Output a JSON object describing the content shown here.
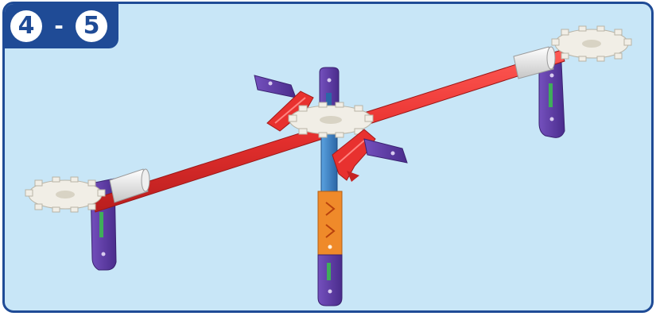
{
  "step": {
    "from": "4",
    "separator": "-",
    "to": "5"
  },
  "colors": {
    "panel_background": "#c8e6f7",
    "frame": "#1f4b96",
    "rod": "#e8312f",
    "rod_dark": "#b81e1e",
    "connector_purple": "#5b3aa0",
    "axle_blue": "#3a7fc2",
    "connector_orange": "#ef8a2a",
    "gear_white": "#f1eee6",
    "sleeve_grey": "#dedede"
  },
  "icons": {
    "assembly": "model-assembly-illustration"
  }
}
